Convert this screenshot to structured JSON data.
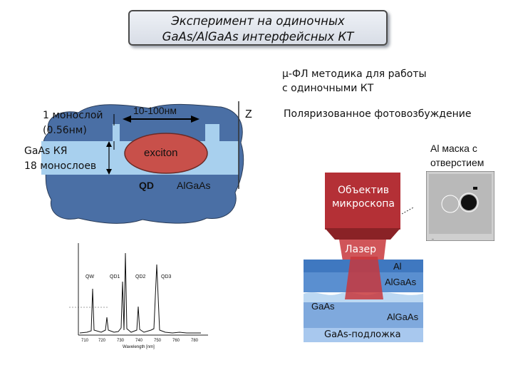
{
  "title": {
    "line1": "Эксперимент на одиночных",
    "line2": "GaAs/AlGaAs интерфейсных КТ"
  },
  "method": {
    "line1": "μ-ФЛ методика для работы",
    "line2": "с одиночными КТ"
  },
  "excitation_label": "Поляризованное фотовозбуждение",
  "z_axis_label": "Z",
  "qd_schematic": {
    "monolayer_line1": "1 монослой",
    "monolayer_line2": "(0.56нм)",
    "size_label": "10-100нм",
    "well_line1": "GaAs КЯ",
    "well_line2": "18 монослоев",
    "exciton_label": "exciton",
    "qd_label": "QD",
    "barrier_label": "AlGaAs"
  },
  "mask": {
    "line1": "Al маска с",
    "line2": "отверстием"
  },
  "objective": {
    "line1": "Объектив",
    "line2": "микроскопа"
  },
  "sample": {
    "laser_label": "Лазер",
    "al_label": "Al",
    "algaas_top_label": "AlGaAs",
    "gaas_label": "GaAs",
    "algaas_bottom_label": "AlGaAs",
    "substrate_label": "GaAs-подложка"
  },
  "spectrum": {
    "peak_labels": [
      "QW",
      "QD1",
      "QD2",
      "QD3"
    ],
    "x_ticks": [
      "710",
      "720",
      "730",
      "740",
      "750",
      "760",
      "780"
    ],
    "xlabel": "Wavelength [nm]"
  },
  "colors": {
    "cloud": "#4a6fa5",
    "well": "#a8d0ee",
    "exciton": "#c8504a",
    "objective": "#b43036",
    "sample_blue": "#3f78c0"
  }
}
